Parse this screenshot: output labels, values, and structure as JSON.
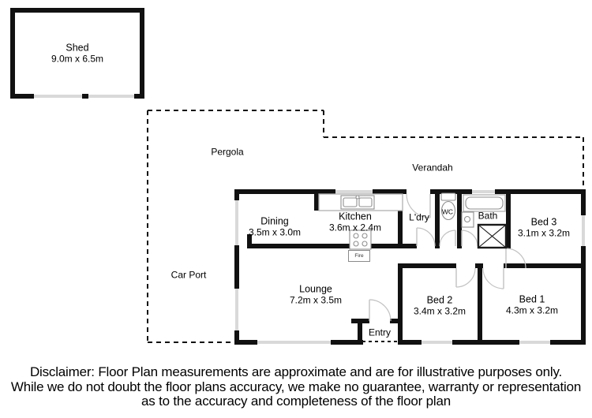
{
  "plan": {
    "shed": {
      "name": "Shed",
      "dims": "9.0m x 6.5m"
    },
    "outdoor": {
      "pergola": "Pergola",
      "verandah": "Verandah",
      "carport": "Car Port"
    },
    "rooms": {
      "dining": {
        "name": "Dining",
        "dims": "3.5m x 3.0m"
      },
      "kitchen": {
        "name": "Kitchen",
        "dims": "3.6m x 2.4m"
      },
      "laundry": {
        "name": "L'dry"
      },
      "wc": {
        "name": "WC"
      },
      "bath": {
        "name": "Bath"
      },
      "bed3": {
        "name": "Bed 3",
        "dims": "3.1m x 3.2m"
      },
      "lounge": {
        "name": "Lounge",
        "dims": "7.2m x 3.5m"
      },
      "bed2": {
        "name": "Bed 2",
        "dims": "3.4m x 3.2m"
      },
      "bed1": {
        "name": "Bed 1",
        "dims": "4.3m x 3.2m"
      },
      "entry": {
        "name": "Entry"
      }
    },
    "fixtures": {
      "fire_label": "Fire"
    },
    "colors": {
      "wall": "#111111",
      "window": "#d9d9d9",
      "fixture": "#b0b0b0",
      "arc": "#c2c2c2",
      "text": "#000000"
    }
  },
  "disclaimer": {
    "line1": "Disclaimer: Floor Plan measurements are approximate and are for illustrative purposes only.",
    "line2": "While we do not doubt the floor plans accuracy, we make no guarantee, warranty or representation",
    "line3": "as to the accuracy and completeness of the floor plan"
  }
}
